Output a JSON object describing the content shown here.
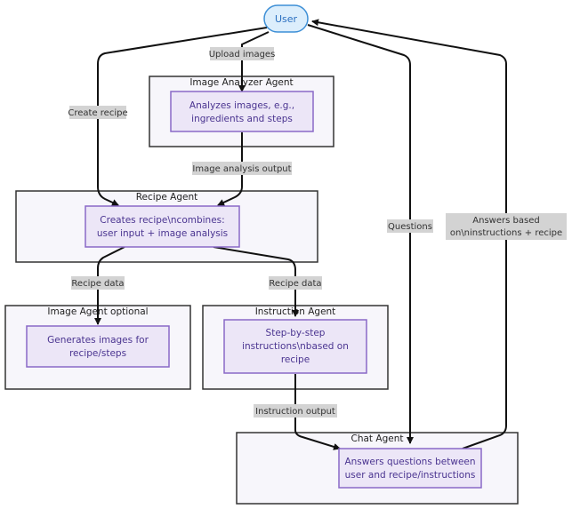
{
  "nodes": {
    "user": "User",
    "analyze": [
      "Analyzes images, e.g.,",
      "ingredients and steps"
    ],
    "create": [
      "Creates recipe\\ncombines:",
      "user input + image analysis"
    ],
    "generate": [
      "Generates images for",
      "recipe/steps"
    ],
    "steps": [
      "Step-by-step",
      "instructions\\nbased on",
      "recipe"
    ],
    "answers": [
      "Answers questions between",
      "user and recipe/instructions"
    ]
  },
  "clusters": {
    "image_analyzer": "Image Analyzer Agent",
    "recipe_agent": "Recipe Agent",
    "image_agent": "Image Agent optional",
    "instruction_agent": "Instruction Agent",
    "chat_agent": "Chat Agent"
  },
  "edges": {
    "upload_images": "Upload images",
    "create_recipe": "Create recipe",
    "image_analysis_output": "Image analysis output",
    "recipe_data_left": "Recipe data",
    "recipe_data_right": "Recipe data",
    "questions": "Questions",
    "instruction_output": "Instruction output",
    "answers_based": [
      "Answers based",
      "on\\ninstructions + recipe"
    ]
  },
  "colors": {
    "user_fill": "#dceefc",
    "user_stroke": "#3d8fd6",
    "node_fill": "#ece6f7",
    "node_stroke": "#8a68c7",
    "cluster_fill": "#f7f6fb",
    "label_bg": "#d3d3d3"
  }
}
